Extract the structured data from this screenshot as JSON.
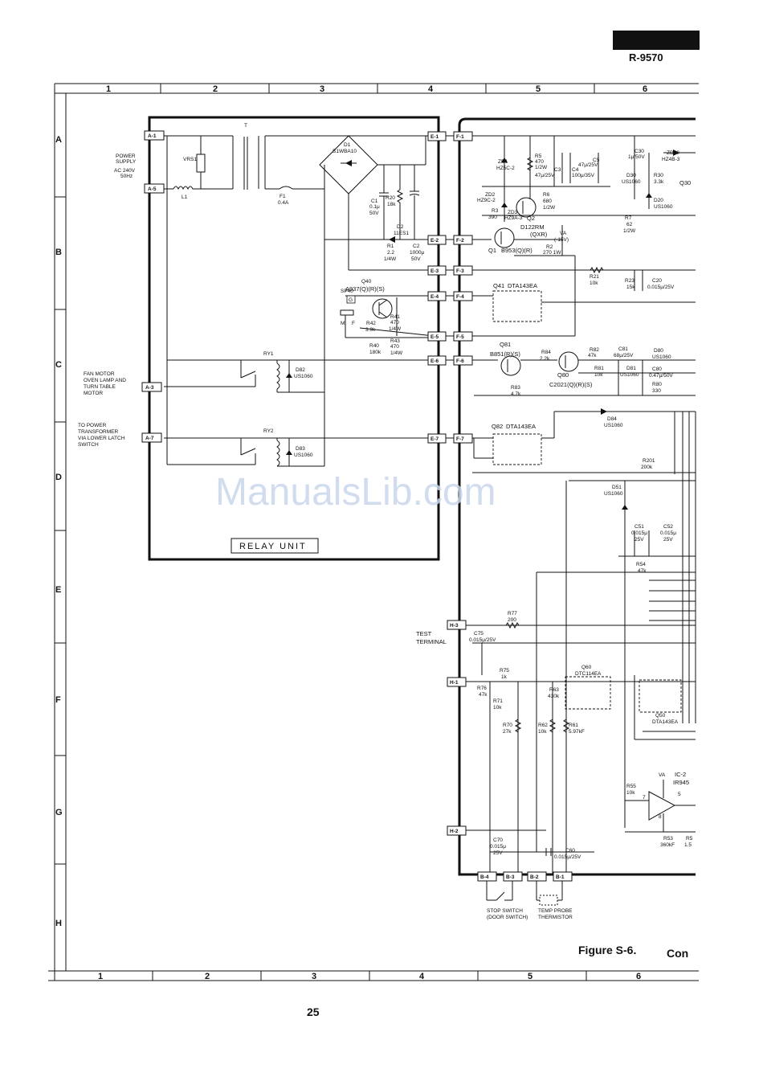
{
  "header": {
    "model": "R-9570"
  },
  "grid": {
    "columns": [
      "1",
      "2",
      "3",
      "4",
      "5",
      "6"
    ],
    "rows": [
      "A",
      "B",
      "C",
      "D",
      "E",
      "F",
      "G",
      "H"
    ]
  },
  "terminals": {
    "a1": "A-1",
    "a5": "A-5",
    "a3": "A-3",
    "a7": "A-7",
    "e1": "E-1",
    "e2": "E-2",
    "e3": "E-3",
    "e4": "E-4",
    "e5": "E-5",
    "e6": "E-6",
    "e7": "E-7",
    "f1": "F-1",
    "f2": "F-2",
    "f3": "F-3",
    "f4": "F-4",
    "f5": "F-5",
    "f6": "F-6",
    "f7": "F-7",
    "h3": "H-3",
    "h1": "H-1",
    "h2": "H-2",
    "b4": "B-4",
    "b3": "B-3",
    "b2": "B-2",
    "b1": "B-1"
  },
  "notes": {
    "power_supply": [
      "POWER",
      "SUPPLY",
      "AC 240V",
      "50Hz"
    ],
    "fan_motor": [
      "FAN MOTOR",
      "OVEN LAMP AND",
      "TURN TABLE",
      "MOTOR"
    ],
    "to_power": [
      "TO POWER",
      "TRANSFORMER",
      "VIA LOWER LATCH",
      "SWITCH"
    ],
    "test_terminal": [
      "TEST",
      "TERMINAL"
    ],
    "stop_switch": [
      "STOP SWITCH",
      "(DOOR SWITCH)"
    ],
    "temp_probe": [
      "TEMP PROBE",
      "THERMISTOR"
    ]
  },
  "components": {
    "t": "T",
    "vrs1": "VRS1",
    "l1": "L1",
    "f1": "F1",
    "f1_val": "0.4A",
    "d1": "D1",
    "d1_val": "S1WBA10",
    "c1": "C1",
    "c1_val1": "0.1μ",
    "c1_val2": "50V",
    "r20": "R20",
    "r20_val": "18k",
    "d2": "D2",
    "d2_val": "11ES1",
    "r1": "R1",
    "r1_val1": "2.2",
    "r1_val2": "1/4W",
    "c2": "C2",
    "c2_val1": "1000μ",
    "c2_val2": "50V",
    "sp40": "SP40",
    "sp_g": "G",
    "sp_m": "M",
    "sp_f": "F",
    "q40": "Q40",
    "q40_val": "A937(Q)(R)(S)",
    "r41": "R41",
    "r41_val1": "470",
    "r41_val2": "1/4W",
    "r42": "R42",
    "r42_val": "3.9k",
    "r43": "R43",
    "r43_val1": "470",
    "r43_val2": "1/4W",
    "r40": "R40",
    "r40_val": "180k",
    "ry1": "RY1",
    "d82": "D82",
    "d82_val": "US1060",
    "ry2": "RY2",
    "d83": "D83",
    "d83_val": "US1060",
    "relay_unit": "RELAY UNIT",
    "zd1": "ZD1",
    "zd1_val": "HZ5C-2",
    "r5": "R5",
    "r5_val1": "470",
    "r5_val2": "1/2W",
    "c3": "C3",
    "c3_val": "47μ/25V",
    "c4": "C4",
    "c4_val": "100μ/35V",
    "c5": "C5",
    "c5_val": "47μ/25V",
    "c30": "C30",
    "c30_val": "1μ/50V",
    "zd30": "ZD30",
    "zd30_val": "HZ4B-3",
    "q30": "Q30",
    "d30": "D30",
    "d30_val": "US1060",
    "r30": "R30",
    "r30_val": "3.3k",
    "d20": "D20",
    "d20_val": "US1060",
    "zd2": "ZD2",
    "zd2_val": "HZ9C-2",
    "r6": "R6",
    "r6_val1": "680",
    "r6_val2": "1/2W",
    "r3": "R3",
    "r3_val": "390",
    "zd3": "ZD3",
    "zd3_val": "HZ9A-3",
    "q2": "Q2",
    "q2_val1": "D122RM",
    "q2_val2": "(QXR)",
    "va1": "VA",
    "va1_val": "(-15V)",
    "r7": "R7",
    "r7_val1": "62",
    "r7_val2": "1/2W",
    "q1": "Q1",
    "q1_val": "B953(Q)(R)",
    "r2": "R2",
    "r2_val": "270 1W",
    "r21": "R21",
    "r21_val": "10k",
    "r23": "R23",
    "r23_val": "15k",
    "c20": "C20",
    "c20_val": "0.015μ/25V",
    "q41": "Q41",
    "q41_val": "DTA143EA",
    "q81": "Q81",
    "q81_val": "B851(R)(S)",
    "r84": "R84",
    "r84_val": "2.2k",
    "r82": "R82",
    "r82_val": "47k",
    "c81": "C81",
    "c81_val": "68μ/25V",
    "d80": "D80",
    "d80_val": "US1060",
    "r81": "R81",
    "r81_val": "10k",
    "d81": "D81",
    "d81_val": "US1060",
    "c80": "C80",
    "c80_val": "0.47μ/50V",
    "r80": "R80",
    "r80_val": "330",
    "r83": "R83",
    "r83_val": "4.7k",
    "q80": "Q80",
    "q80_val": "C2021(Q)(R)(S)",
    "d84": "D84",
    "d84_val": "US1060",
    "q82": "Q82",
    "q82_val": "DTA143EA",
    "r201": "R201",
    "r201_val": "200k",
    "d51": "D51",
    "d51_val": "US1060",
    "c51": "C51",
    "c51_val1": "0.015μ",
    "c51_val2": "25V",
    "c52": "C52",
    "c52_val1": "0.015μ",
    "c52_val2": "25V",
    "r54": "R54",
    "r54_val": "47k",
    "r77": "R77",
    "r77_val": "200",
    "c75": "C75",
    "c75_val": "0.015μ/25V",
    "r75": "R75",
    "r75_val": "1k",
    "r76": "R76",
    "r76_val": "47k",
    "r71": "R71",
    "r71_val": "10k",
    "r70": "R70",
    "r70_val": "27k",
    "q60": "Q60",
    "q60_val": "DTC114EA",
    "r63": "R63",
    "r63_val": "430k",
    "r62": "R62",
    "r62_val": "10k",
    "r61": "R61",
    "r61_val": "5.97kF",
    "q50": "Q50",
    "q50_val": "DTA143EA",
    "r55": "R55",
    "r55_val": "10k",
    "va2": "VA",
    "ic2": "IC-2",
    "ic2_val": "IR945",
    "ic_pin7": "7",
    "ic_pin8": "8",
    "ic_pin5": "5",
    "r53": "R53",
    "r53_val": "360kF",
    "r5x": "R5",
    "r5x_val": "1.5",
    "c70": "C70",
    "c70_val1": "0.015μ",
    "c70_val2": "25V",
    "c60": "C60",
    "c60_val": "0.015μ/25V"
  },
  "footer": {
    "figure_label": "Figure S-6.",
    "figure_rest": "Con",
    "page_number": "25"
  },
  "watermark": "ManualsLib.com"
}
